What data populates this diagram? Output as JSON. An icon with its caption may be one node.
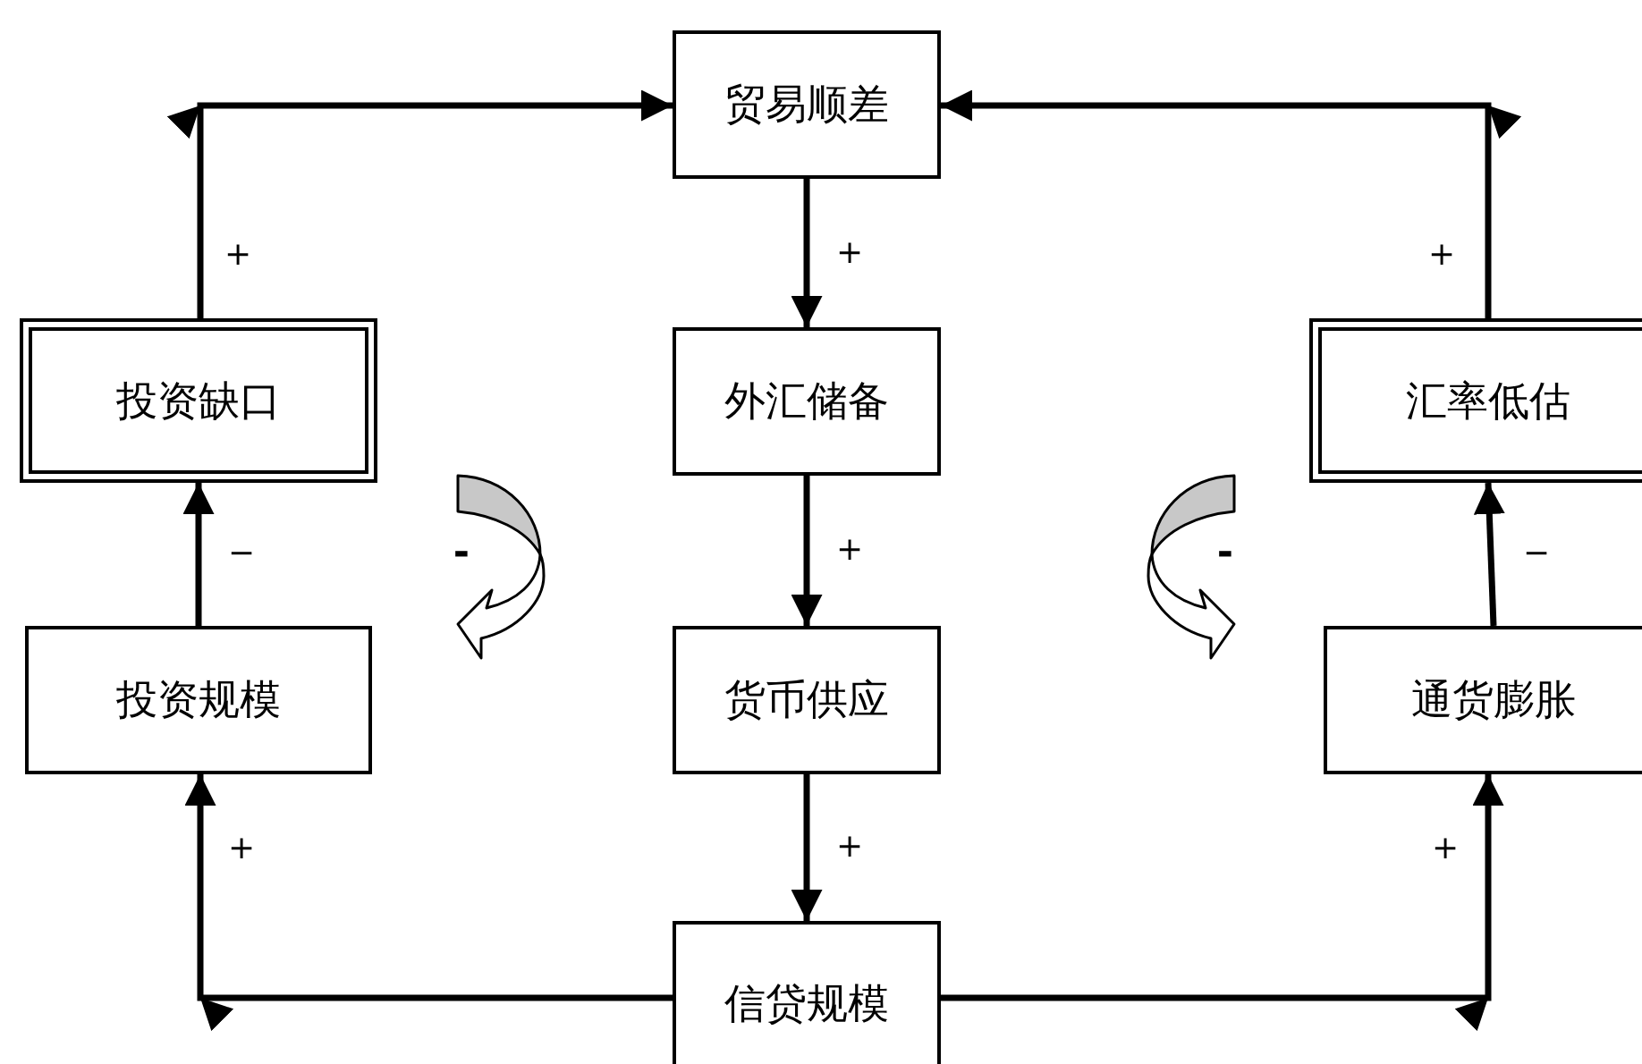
{
  "diagram": {
    "nodes": [
      {
        "text": [
          "贸易顺差"
        ]
      },
      {
        "text": [
          "外汇储备"
        ]
      },
      {
        "text": [
          "货币供应"
        ]
      },
      {
        "text": [
          "信贷规模"
        ]
      },
      {
        "text": [
          "投资缺口"
        ]
      },
      {
        "text": [
          "投资规模"
        ]
      },
      {
        "text": [
          "汇率低估"
        ]
      },
      {
        "text": [
          "通货膨胀"
        ]
      }
    ],
    "edges": [
      {
        "from": 4,
        "to": 0,
        "arrow": "to",
        "label": "+"
      },
      {
        "from": 6,
        "to": 0,
        "arrow": "to",
        "label": "+"
      },
      {
        "from": 0,
        "to": 1,
        "arrow": "to",
        "label": "+"
      },
      {
        "from": 5,
        "to": 4,
        "arrow": "to",
        "label": "−"
      },
      {
        "from": 1,
        "to": 2,
        "arrow": "to",
        "label": "+"
      },
      {
        "from": 7,
        "to": 6,
        "arrow": "to",
        "label": "−"
      },
      {
        "from": 2,
        "to": 3,
        "arrow": "to",
        "label": "+"
      },
      {
        "from": 3,
        "to": 5,
        "arrow": "to",
        "label": "+"
      },
      {
        "from": 3,
        "to": 7,
        "arrow": "to",
        "label": "+"
      }
    ],
    "labels": [
      "-",
      "-"
    ]
  }
}
